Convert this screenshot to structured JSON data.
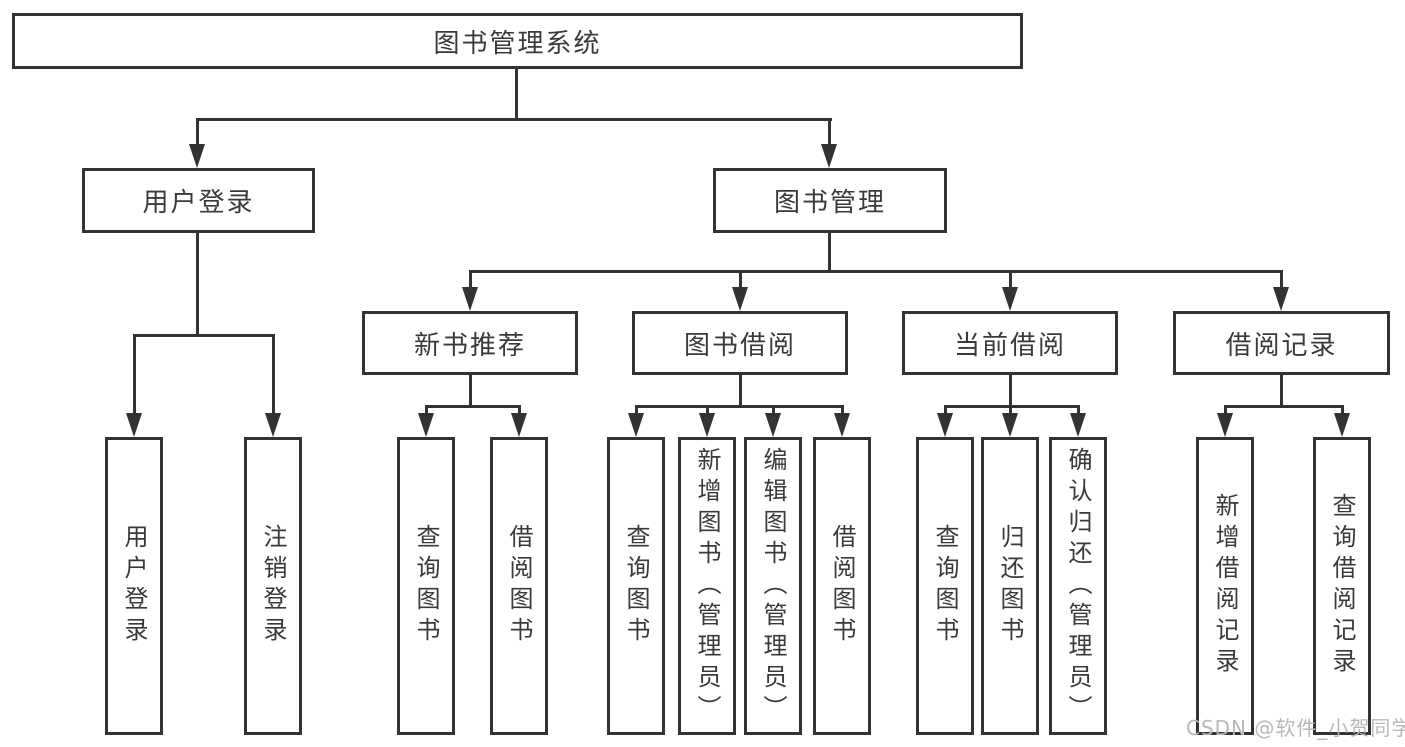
{
  "diagram": {
    "root": "图书管理系统",
    "level2": [
      "用户登录",
      "图书管理"
    ],
    "level3": [
      "新书推荐",
      "图书借阅",
      "当前借阅",
      "借阅记录"
    ],
    "leaves_user_login": [
      "用户登录",
      "注销登录"
    ],
    "leaves_new_book": [
      "查询图书",
      "借阅图书"
    ],
    "leaves_book_borrow": [
      "查询图书",
      "新增图书（管理员）",
      "编辑图书（管理员）",
      "借阅图书"
    ],
    "leaves_current_borrow": [
      "查询图书",
      "归还图书",
      "确认归还（管理员）"
    ],
    "leaves_borrow_record": [
      "新增借阅记录",
      "查询借阅记录"
    ]
  },
  "watermark": "CSDN @软件_小贺同学",
  "colors": {
    "line": "#333333",
    "text": "#3a3a3a",
    "watermark": "#b8b8b8",
    "background": "#ffffff"
  }
}
